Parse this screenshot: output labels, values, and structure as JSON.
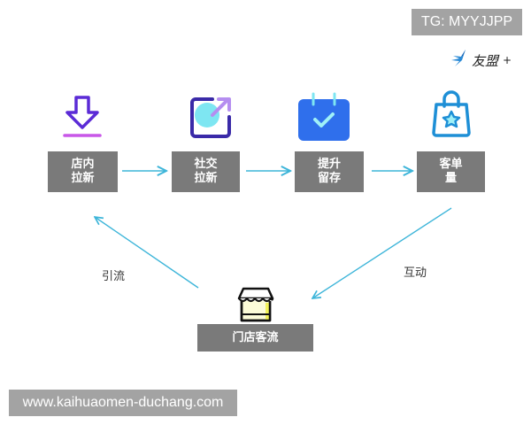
{
  "header": {
    "tg_label": "TG: MYYJJPP",
    "logo": {
      "icon": "bird-wing-logo-icon",
      "text": "友盟",
      "suffix": "+"
    }
  },
  "diagram": {
    "steps": [
      {
        "line1": "店内",
        "line2": "拉新",
        "icon": "download-arrow-icon",
        "color": "#5b2bd6"
      },
      {
        "line1": "社交",
        "line2": "拉新",
        "icon": "share-external-icon",
        "color": "#3a2aa8"
      },
      {
        "line1": "提升",
        "line2": "留存",
        "icon": "calendar-check-icon",
        "color": "#2f6fec"
      },
      {
        "line1": "客单",
        "line2": "量",
        "icon": "shopping-bag-star-icon",
        "color": "#1e8fd6"
      }
    ],
    "hub": {
      "label": "门店客流",
      "icon": "storefront-icon"
    },
    "edge_labels": {
      "left": "引流",
      "right": "互动"
    },
    "arrow_color": "#3db5d9",
    "box_color": "#7a7a7a"
  },
  "footer": {
    "watermark": "www.kaihuaomen-duchang.com"
  }
}
